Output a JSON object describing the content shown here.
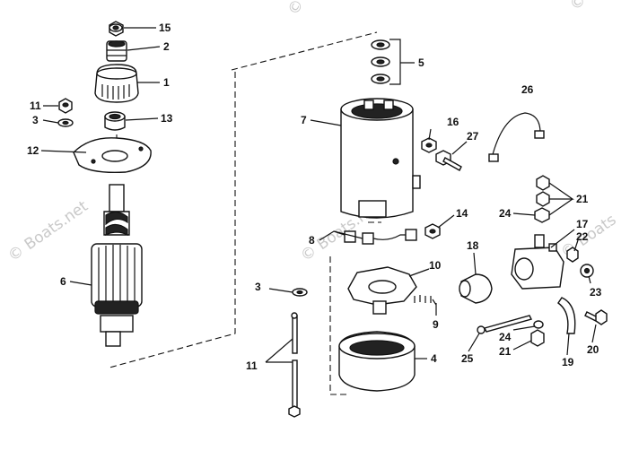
{
  "watermark": {
    "text_top": "© Boats.net",
    "text_left": "© Boats.net",
    "text_center": "© Boats.net",
    "text_right": "© Boats"
  },
  "callouts": {
    "c15": "15",
    "c2": "2",
    "c1": "1",
    "c11a": "11",
    "c3a": "3",
    "c13": "13",
    "c12": "12",
    "c6": "6",
    "c5": "5",
    "c26": "26",
    "c7": "7",
    "c16": "16",
    "c27": "27",
    "c21a": "21",
    "c24a": "24",
    "c17": "17",
    "c22": "22",
    "c14": "14",
    "c8": "8",
    "c18": "18",
    "c23": "23",
    "c10": "10",
    "c3b": "3",
    "c9": "9",
    "c24b": "24",
    "c21b": "21",
    "c20": "20",
    "c25": "25",
    "c19": "19",
    "c11b": "11",
    "c4": "4"
  }
}
